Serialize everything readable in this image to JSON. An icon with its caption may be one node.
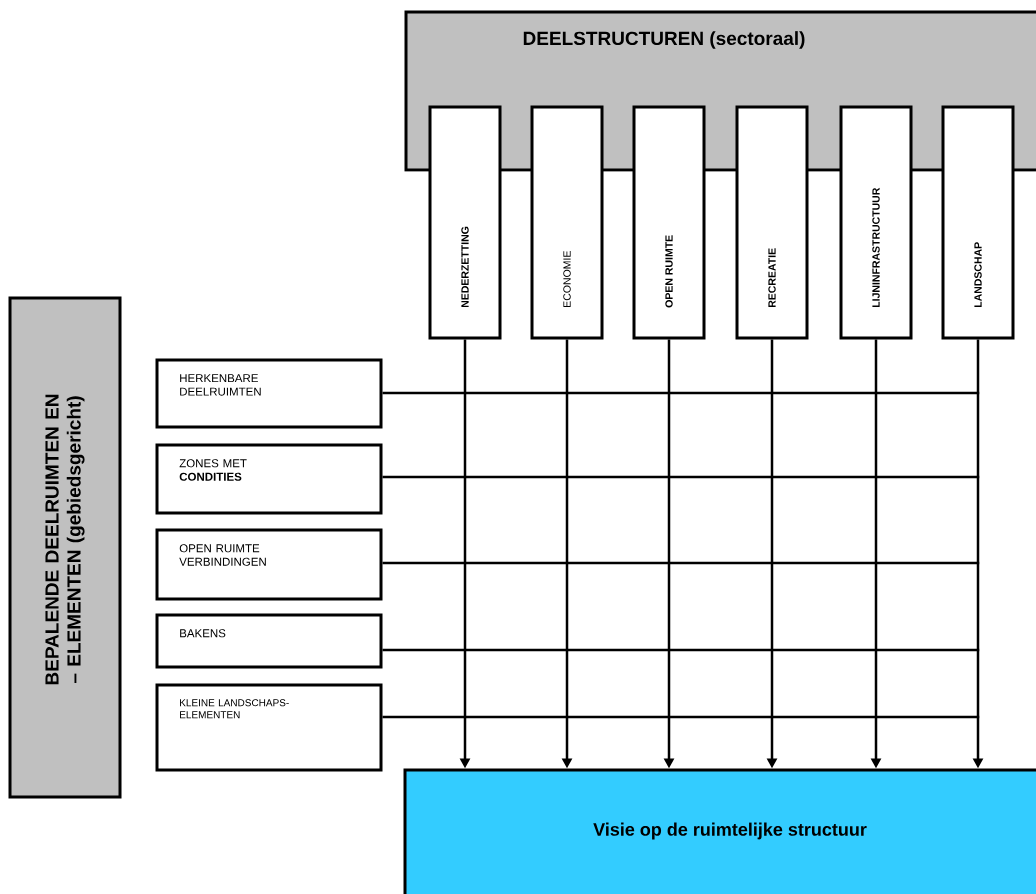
{
  "diagram": {
    "nodes": [
      {
        "text": [
          "DEELSTRUCTUREN (sectoraal)"
        ]
      },
      {
        "text": [
          "NEDERZETTING"
        ]
      },
      {
        "text": [
          "ECONOMIE"
        ]
      },
      {
        "text": [
          "OPEN RUIMTE"
        ]
      },
      {
        "text": [
          "RECREATIE"
        ]
      },
      {
        "text": [
          "LIJNINFRASTRUCTUUR"
        ]
      },
      {
        "text": [
          "LANDSCHAP"
        ]
      },
      {
        "text": [
          "BEPALENDE DEELRUIMTEN EN – ELEMENTEN (gebiedsgericht)"
        ]
      },
      {
        "text": [
          "HERKENBARE DEELRUIMTEN"
        ]
      },
      {
        "text": [
          "ZONES MET **CONDITIES**"
        ]
      },
      {
        "text": [
          "OPEN RUIMTE VERBINDINGEN"
        ]
      },
      {
        "text": [
          "BAKENS"
        ]
      },
      {
        "text": [
          "KLEINE LANDSCHAPS- ELEMENTEN"
        ]
      },
      {
        "text": [
          "Visie op de ruimtelijke structuur"
        ]
      }
    ],
    "edges": [
      {
        "from": 1,
        "to": 13,
        "arrow": "to"
      },
      {
        "from": 2,
        "to": 13,
        "arrow": "to"
      },
      {
        "from": 3,
        "to": 13,
        "arrow": "to"
      },
      {
        "from": 4,
        "to": 13,
        "arrow": "to"
      },
      {
        "from": 5,
        "to": 13,
        "arrow": "to"
      },
      {
        "from": 6,
        "to": 13,
        "arrow": "to"
      },
      {
        "from": 8,
        "to": null,
        "arrow": "none"
      },
      {
        "from": 9,
        "to": null,
        "arrow": "none"
      },
      {
        "from": 10,
        "to": null,
        "arrow": "none"
      },
      {
        "from": 11,
        "to": null,
        "arrow": "none"
      },
      {
        "from": 12,
        "to": null,
        "arrow": "none"
      }
    ]
  }
}
